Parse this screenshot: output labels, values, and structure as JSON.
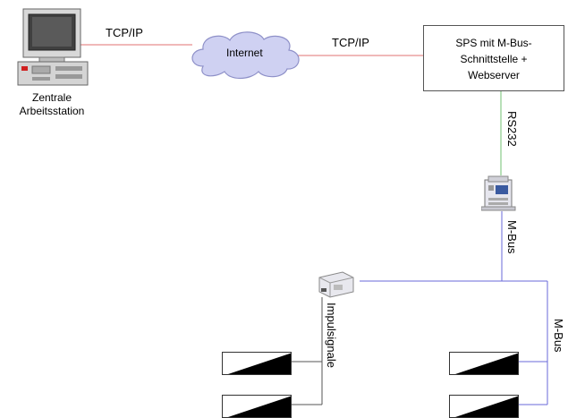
{
  "workstation": {
    "label_line1": "Zentrale",
    "label_line2": "Arbeitsstation",
    "icon": "computer-icon"
  },
  "links": {
    "tcpip_left": "TCP/IP",
    "tcpip_right": "TCP/IP",
    "rs232": "RS232",
    "mbus_upper": "M-Bus",
    "mbus_right": "M-Bus",
    "impulse": "Impulsignale"
  },
  "cloud": {
    "label": "Internet",
    "icon": "cloud-icon"
  },
  "sps": {
    "line1": "SPS mit M-Bus-",
    "line2": "Schnittstelle +",
    "line3": "Webserver"
  },
  "devices": {
    "converter_icon": "mbus-converter-icon",
    "pulse_module_icon": "pulse-module-icon",
    "meter_icon": "meter-icon"
  },
  "colors": {
    "tcpip_line": "#e07070",
    "rs232_line": "#70c070",
    "mbus_line": "#6a6ad8",
    "impulse_line": "#555555"
  }
}
